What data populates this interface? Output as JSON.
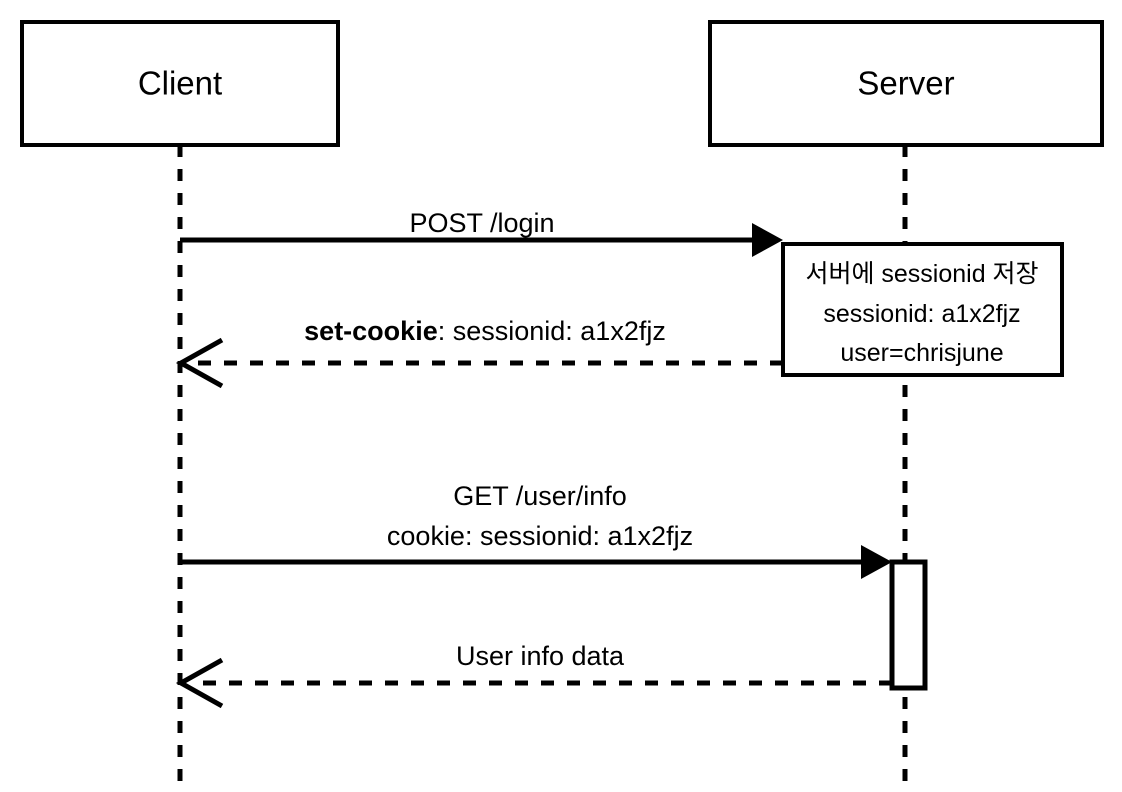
{
  "diagram": {
    "type": "sequence-diagram",
    "title": "",
    "colors": {
      "stroke": "#000000",
      "background": "#ffffff",
      "text": "#000000"
    },
    "participants": [
      {
        "id": "client",
        "label": "Client"
      },
      {
        "id": "server",
        "label": "Server"
      }
    ],
    "messages": [
      {
        "id": "post-login",
        "from": "client",
        "to": "server",
        "label": "POST /login",
        "style": "solid",
        "arrowhead": "filled"
      },
      {
        "id": "set-cookie",
        "from": "server",
        "to": "client",
        "label_bold": "set-cookie",
        "label_rest": ": sessionid: a1x2fjz",
        "label": "set-cookie: sessionid: a1x2fjz",
        "style": "dashed",
        "arrowhead": "open"
      },
      {
        "id": "get-user-info",
        "from": "client",
        "to": "server",
        "label_line1": "GET /user/info",
        "label_line2": "cookie: sessionid: a1x2fjz",
        "label": "GET /user/info cookie: sessionid: a1x2fjz",
        "style": "solid",
        "arrowhead": "filled"
      },
      {
        "id": "user-info-data",
        "from": "server",
        "to": "client",
        "label": "User info data",
        "style": "dashed",
        "arrowhead": "open"
      }
    ],
    "notes": [
      {
        "id": "server-session-note",
        "attached_to": "server",
        "lines": [
          "서버에 sessionid 저장",
          "sessionid: a1x2fjz",
          "user=chrisjune"
        ]
      }
    ],
    "activations": [
      {
        "id": "server-activation",
        "on": "server"
      }
    ]
  }
}
